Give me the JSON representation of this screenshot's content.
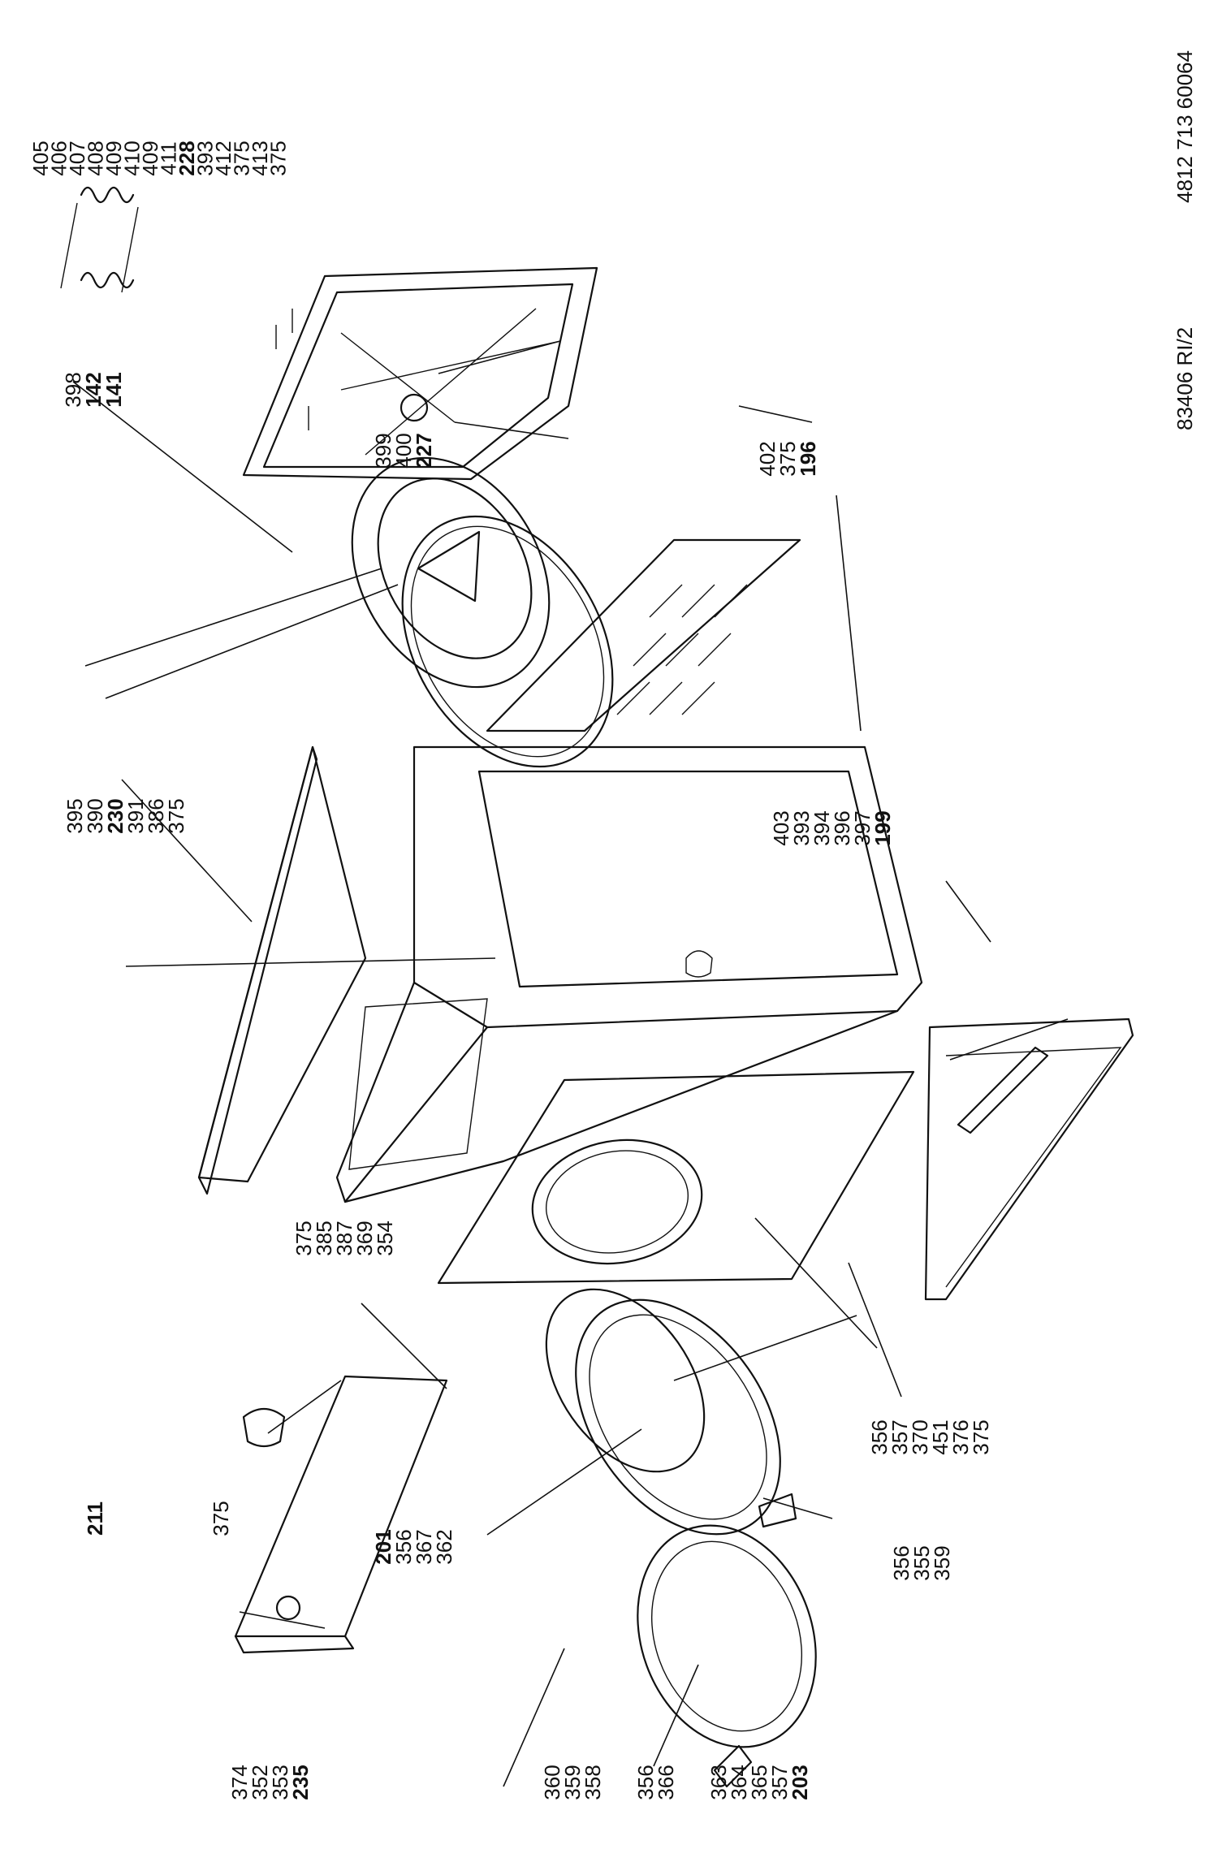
{
  "header": {
    "doc_number": "4812 713 60064",
    "drawing_ref": "83406 RI/2"
  },
  "groups": {
    "top_right": {
      "labels": [
        "405",
        "406",
        "407",
        "408",
        "409",
        "410",
        "409",
        "411",
        "228",
        "393",
        "412",
        "375",
        "413",
        "375"
      ],
      "bold": [
        "228"
      ]
    },
    "heater": {
      "labels": [
        "398",
        "142",
        "141"
      ],
      "bold": [
        "142",
        "141"
      ]
    },
    "drum_back": {
      "labels": [
        "399",
        "400",
        "227"
      ],
      "bold": [
        "227"
      ]
    },
    "back_panel": {
      "labels": [
        "402",
        "375",
        "196"
      ],
      "bold": [
        "196"
      ]
    },
    "rear_fasteners": {
      "labels": [
        "395",
        "390",
        "230",
        "391",
        "386",
        "375"
      ],
      "bold": [
        "230"
      ]
    },
    "cabinet_side": {
      "labels": [
        "403",
        "393",
        "394",
        "396",
        "397",
        "199"
      ],
      "bold": [
        "199"
      ]
    },
    "front_left": {
      "labels": [
        "375",
        "385",
        "387",
        "369",
        "354"
      ],
      "bold": []
    },
    "front_panel": {
      "labels": [
        "356",
        "357",
        "370",
        "451",
        "376",
        "375"
      ],
      "bold": []
    },
    "control_panel_top": {
      "labels": [
        "211",
        "375"
      ],
      "bold": [
        "211"
      ]
    },
    "drum_front": {
      "labels": [
        "201",
        "356",
        "367",
        "362"
      ],
      "bold": [
        "201"
      ]
    },
    "door_right": {
      "labels": [
        "356",
        "355",
        "359"
      ],
      "bold": []
    },
    "control_panel_bottom": {
      "labels": [
        "374",
        "352",
        "353",
        "235"
      ],
      "bold": [
        "235"
      ]
    },
    "door_bottom": {
      "labels": [
        "360",
        "359",
        "358",
        "356",
        "366",
        "363",
        "364",
        "365",
        "357",
        "203"
      ],
      "bold": [
        "203"
      ]
    }
  }
}
